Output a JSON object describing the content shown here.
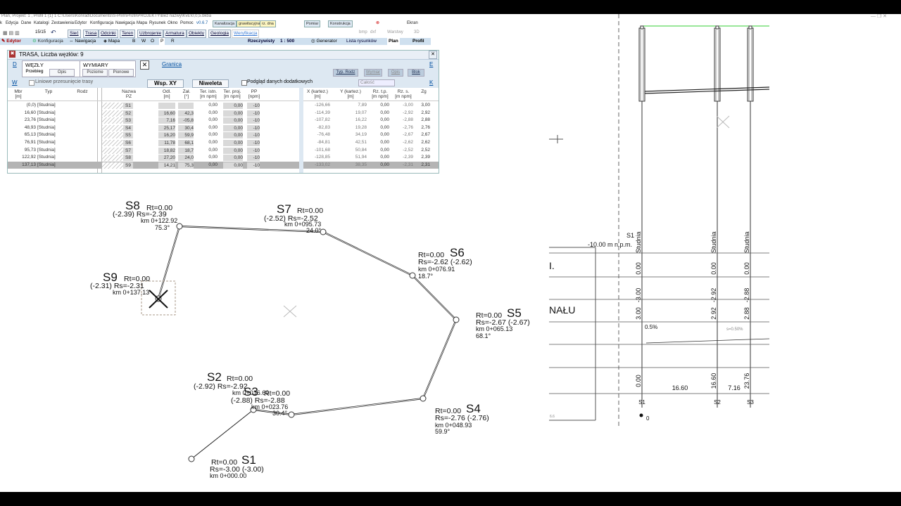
{
  "title_bar": {
    "text": "Plan, Projekt: 1 , Profil 1 (1) 1 C:\\Users\\Konrad\\Documents\\S-Prim\\Profil\\PROJEKTY\\Bez nazwy\\KvE\\0,0,5.bkba"
  },
  "menu": {
    "items": [
      "k",
      "Edycja",
      "Dane",
      "Katalogi",
      "Zestawienia",
      "Edytor",
      "Konfiguracja",
      "Nawigacja",
      "Mapa",
      "Rysunek",
      "Okno",
      "Pomoc"
    ],
    "version_badge": "v0.6.7",
    "kanalizacja": "Kanalizacja",
    "grawitacyjna": "grawitacyjna",
    "rz_dna": "rz. dna",
    "pomiar": "Pomiar",
    "konstrukcja": "Konstrukcja",
    "ekran": "Ekran"
  },
  "toolbar2": {
    "counter": "15/15",
    "buttons": [
      "Sieć",
      "Trasa",
      "Odcinki",
      "Teren",
      "Uzbrojenie",
      "Armatura",
      "Obiekty",
      "Geologia",
      "Weryfikacja"
    ],
    "bmp_label": "bmp",
    "dxf_label": "dxf",
    "warstwy_label": "Warstwy",
    "3d_label": "3D"
  },
  "toolbar3": {
    "edytor": "Edytor",
    "konfiguracja": "Konfiguracja",
    "nawigacja": "Nawigacja",
    "mapa": "Mapa",
    "mode_buttons": [
      "B",
      "W",
      "O",
      "P",
      "R"
    ],
    "rzeczywisty": "Rzeczywisty",
    "scale": "1 : 500",
    "generator": "Generator",
    "lista_rysunkow": "Lista rysunków",
    "plan": "Plan",
    "profil": "Profil"
  },
  "panel": {
    "title": "TRASA,  Liczba węzłów: 9",
    "side_left_top": "D",
    "side_left_mid": "W",
    "side_right_top": "E",
    "side_right_mid": "K",
    "tab_wezly": "WĘZŁY",
    "tab_wymiary": "WYMIARY",
    "granica": "Granica",
    "sub_przebieg": "Przebieg",
    "sub_opis": "Opis",
    "sub_poziome": "Poziome",
    "sub_pionowe": "Pionowe",
    "top_right_btns": [
      "Typ. Rodz",
      "Wymiar",
      "Opis",
      "Blok"
    ],
    "checkbox_liniowe": "Liniowe przesunięcie trasy",
    "btn_wsp": "Wsp. XY",
    "btn_niweleta": "Niweleta",
    "checkbox_podglad": "Podgląd danych dodatkowych",
    "select_calosc": "Całość",
    "left_headers": [
      {
        "l1": "Mbr",
        "l2": "[m]"
      },
      {
        "l1": "Typ",
        "l2": ""
      },
      {
        "l1": "Rodz",
        "l2": ""
      },
      {
        "l1": "Nazwa",
        "l2": "PZ"
      },
      {
        "l1": "Odl.",
        "l2": "[m]"
      },
      {
        "l1": "Zał.",
        "l2": "[°]"
      },
      {
        "l1": "Ter. istn.",
        "l2": "[m npm]"
      },
      {
        "l1": "Ter. proj.",
        "l2": "[m npm]"
      },
      {
        "l1": "PP",
        "l2": "[npm]"
      }
    ],
    "right_headers": [
      {
        "l1": "X (kartez.)",
        "l2": "[m]"
      },
      {
        "l1": "Y (kartez.)",
        "l2": "[m]"
      },
      {
        "l1": "Rz. t.p.",
        "l2": "[m npm]"
      },
      {
        "l1": "Rz. s.",
        "l2": "[m npm]"
      },
      {
        "l1": "Zg",
        "l2": ""
      }
    ],
    "rows": [
      {
        "mbr": "(0,0)",
        "typ": "[Studnia]",
        "nazwa": "S1",
        "odl": "",
        "zal": "",
        "ti": "0,00",
        "tp": "0,00",
        "pp": "-10",
        "x": "-126,66",
        "y": "7,89",
        "rtp": "0,00",
        "rs": "-3,00",
        "zg": "3,00"
      },
      {
        "mbr": "16,60",
        "typ": "[Studnia]",
        "nazwa": "S2",
        "odl": "16,60",
        "zal": "42,3",
        "ti": "0,00",
        "tp": "0,00",
        "pp": "-10",
        "x": "-114,39",
        "y": "19,07",
        "rtp": "0,00",
        "rs": "-2,92",
        "zg": "2,92"
      },
      {
        "mbr": "23,76",
        "typ": "[Studnia]",
        "nazwa": "S3",
        "odl": "7,16",
        "zal": "-05,8",
        "ti": "0,00",
        "tp": "0,00",
        "pp": "-10",
        "x": "-107,82",
        "y": "16,22",
        "rtp": "0,00",
        "rs": "-2,88",
        "zg": "2,88"
      },
      {
        "mbr": "48,93",
        "typ": "[Studnia]",
        "nazwa": "S4",
        "odl": "25,17",
        "zal": "30,4",
        "ti": "0,00",
        "tp": "0,00",
        "pp": "-10",
        "x": "-82,83",
        "y": "19,28",
        "rtp": "0,00",
        "rs": "-2,76",
        "zg": "2,76"
      },
      {
        "mbr": "65,13",
        "typ": "[Studnia]",
        "nazwa": "S5",
        "odl": "16,20",
        "zal": "59,9",
        "ti": "0,00",
        "tp": "0,00",
        "pp": "-10",
        "x": "-76,48",
        "y": "34,19",
        "rtp": "0,00",
        "rs": "-2,67",
        "zg": "2,67"
      },
      {
        "mbr": "76,91",
        "typ": "[Studnia]",
        "nazwa": "S6",
        "odl": "11,78",
        "zal": "68,1",
        "ti": "0,00",
        "tp": "0,00",
        "pp": "-10",
        "x": "-84,81",
        "y": "42,51",
        "rtp": "0,00",
        "rs": "-2,62",
        "zg": "2,62"
      },
      {
        "mbr": "95,73",
        "typ": "[Studnia]",
        "nazwa": "S7",
        "odl": "18,82",
        "zal": "18,7",
        "ti": "0,00",
        "tp": "0,00",
        "pp": "-10",
        "x": "-101,68",
        "y": "50,84",
        "rtp": "0,00",
        "rs": "-2,52",
        "zg": "2,52"
      },
      {
        "mbr": "122,92",
        "typ": "[Studnia]",
        "nazwa": "S8",
        "odl": "27,20",
        "zal": "24,0",
        "ti": "0,00",
        "tp": "0,00",
        "pp": "-10",
        "x": "-128,85",
        "y": "51,94",
        "rtp": "0,00",
        "rs": "-2,39",
        "zg": "2,39"
      },
      {
        "mbr": "137,13",
        "typ": "[Studnia]",
        "nazwa": "S9",
        "odl": "14,21",
        "zal": "75,3",
        "ti": "0,00",
        "tp": "0,00",
        "pp": "-10",
        "x": "-133,02",
        "y": "38,35",
        "rtp": "0,00",
        "rs": "-2,31",
        "zg": "2,31"
      }
    ]
  },
  "plan": {
    "nodes": [
      {
        "name": "S1",
        "rt": "Rt=0.00",
        "rs": "Rs=-3.00 (-3.00)",
        "km": "km 0+000.00",
        "angle": ""
      },
      {
        "name": "S2",
        "rt": "Rt=0.00",
        "rs": "(-2.92) Rs=-2.92",
        "km": "km 0+016.60",
        "angle": ""
      },
      {
        "name": "S3",
        "rt": "Rt=0.00",
        "rs": "(-2.88) Rs=-2.88",
        "km": "km 0+023.76",
        "angle": "30.4°"
      },
      {
        "name": "S4",
        "rt": "Rt=0.00",
        "rs": "Rs=-2.76 (-2.76)",
        "km": "km 0+048.93",
        "angle": "59.9°"
      },
      {
        "name": "S5",
        "rt": "Rt=0.00",
        "rs": "Rs=-2.67 (-2.67)",
        "km": "km 0+065.13",
        "angle": "68.1°"
      },
      {
        "name": "S6",
        "rt": "Rt=0.00",
        "rs": "Rs=-2.62 (-2.62)",
        "km": "km 0+076.91",
        "angle": "18.7°"
      },
      {
        "name": "S7",
        "rt": "Rt=0.00",
        "rs": "(-2.52) Rs=-2.52",
        "km": "km 0+095.73",
        "angle": "24.0°"
      },
      {
        "name": "S8",
        "rt": "Rt=0.00",
        "rs": "(-2.39) Rs=-2.39",
        "km": "km 0+122.92",
        "angle": "75.3°"
      },
      {
        "name": "S9",
        "rt": "Rt=0.00",
        "rs": "(-2.31) Rs=-2.31",
        "km": "km 0+137.13",
        "angle": ""
      }
    ]
  },
  "profile": {
    "datum": "-10.00 m n.p.m.",
    "s1_label": "S1",
    "studnia": "Studnia",
    "row_label_1": "I.",
    "row_label_2": "NAŁU",
    "columns": [
      {
        "name": "S1",
        "r1": "0.00",
        "r2": "-3.00",
        "r3": "3.00",
        "r4": "0.00"
      },
      {
        "name": "S2",
        "r1": "0.00",
        "r2": "-2.92",
        "r3": "2.92",
        "r4": "16.60"
      },
      {
        "name": "S3",
        "r1": "0.00",
        "r2": "-2.88",
        "r3": "2.88",
        "r4": "23.76"
      }
    ],
    "slope": "0.5%",
    "slope_small": "s=0.50%",
    "dist_1": "16.60",
    "dist_2": "7.16",
    "zero": "0",
    "small_val": "6.6"
  }
}
